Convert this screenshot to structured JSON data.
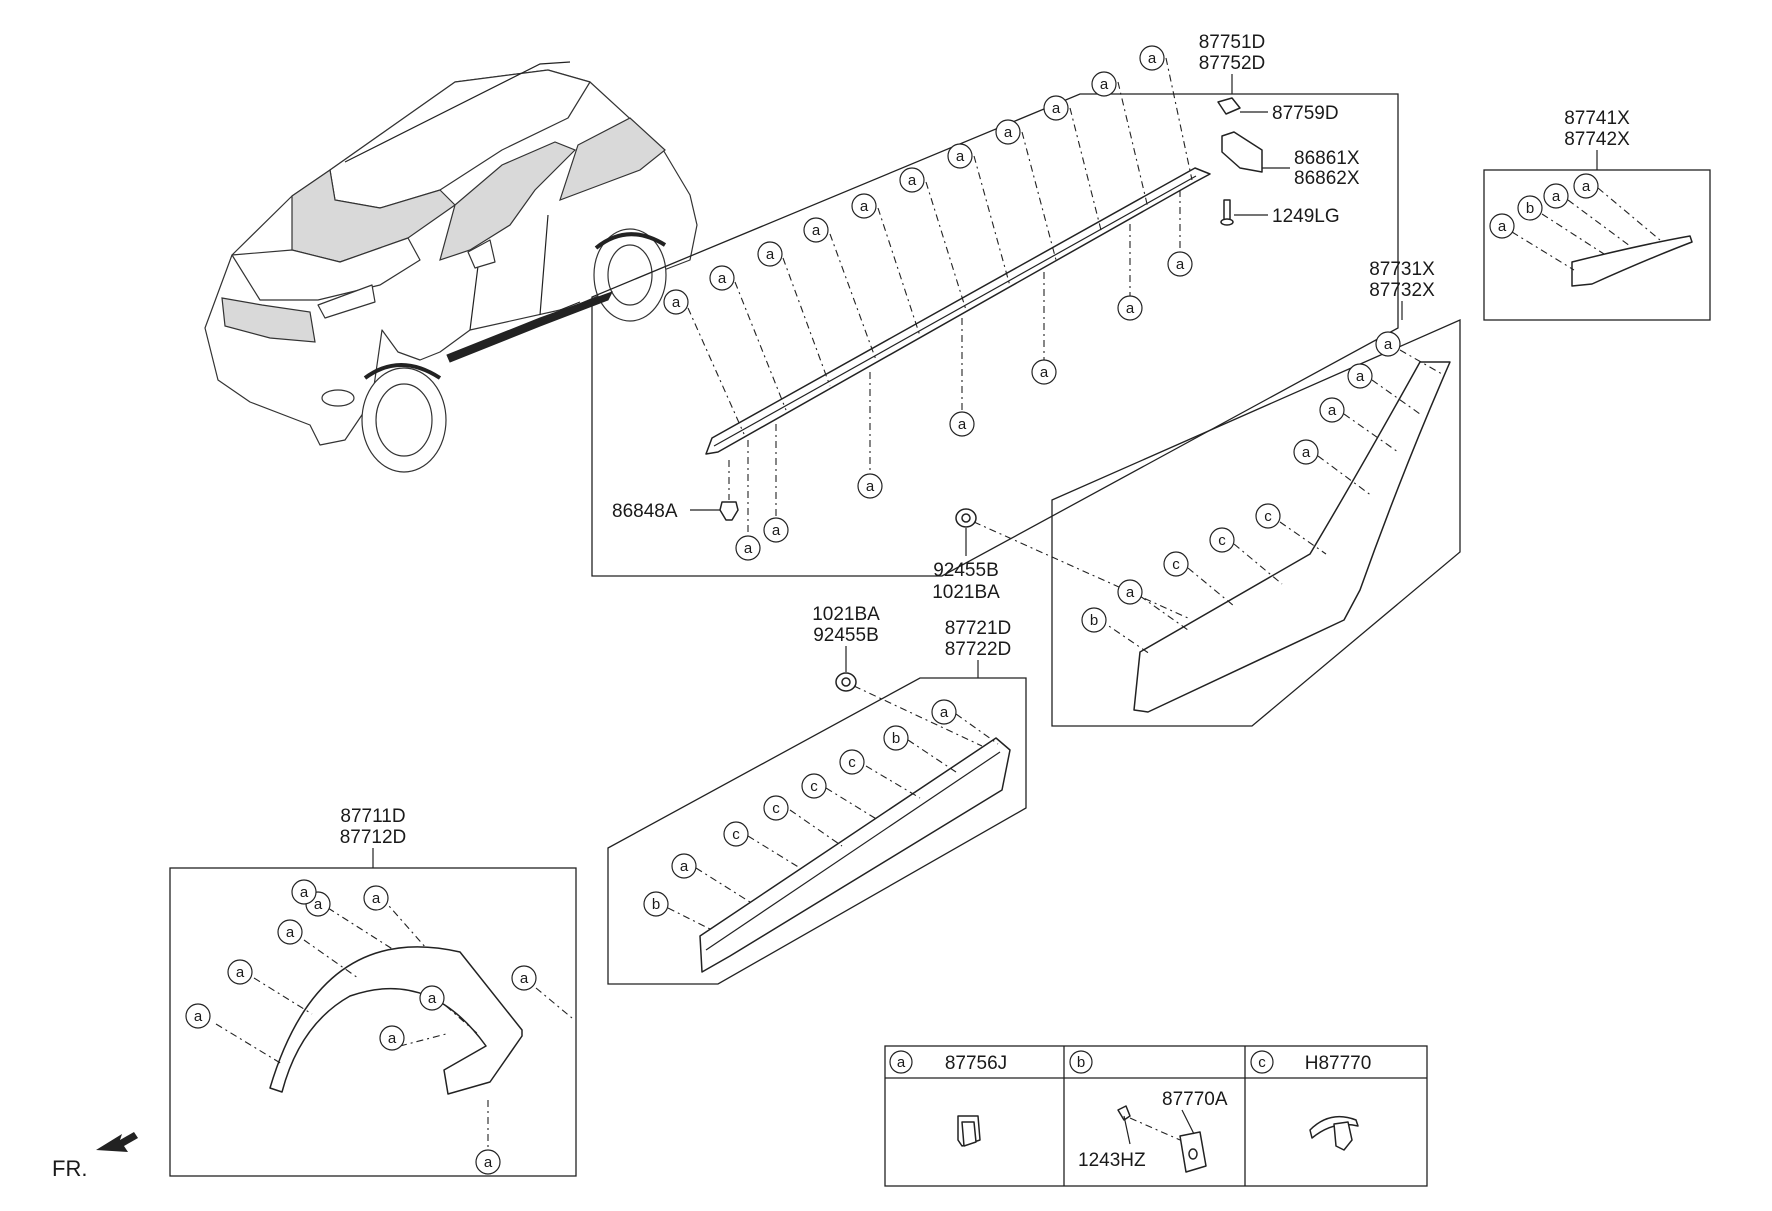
{
  "labels": {
    "p87751D": "87751D",
    "p87752D": "87752D",
    "p87759D": "87759D",
    "p86861X": "86861X",
    "p86862X": "86862X",
    "p1249LG": "1249LG",
    "p86848A": "86848A",
    "p87741X": "87741X",
    "p87742X": "87742X",
    "p87731X": "87731X",
    "p87732X": "87732X",
    "p92455B_top": "92455B",
    "p1021BA_top": "1021BA",
    "p1021BA_mid": "1021BA",
    "p92455B_mid": "92455B",
    "p87721D": "87721D",
    "p87722D": "87722D",
    "p87711D": "87711D",
    "p87712D": "87712D",
    "fr": "FR."
  },
  "legend": {
    "cols": [
      {
        "key": "a",
        "part": "87756J"
      },
      {
        "key": "b",
        "part": "",
        "sub1": "87770A",
        "sub2": "1243HZ"
      },
      {
        "key": "c",
        "part": "H87770"
      }
    ]
  },
  "clip_letters": [
    "a",
    "b",
    "c"
  ],
  "icons": {
    "clip_a": "square-clip-icon",
    "clip_b": "screw-nut-icon",
    "clip_c": "push-rivet-icon",
    "fr_arrow": "front-direction-arrow-icon"
  }
}
